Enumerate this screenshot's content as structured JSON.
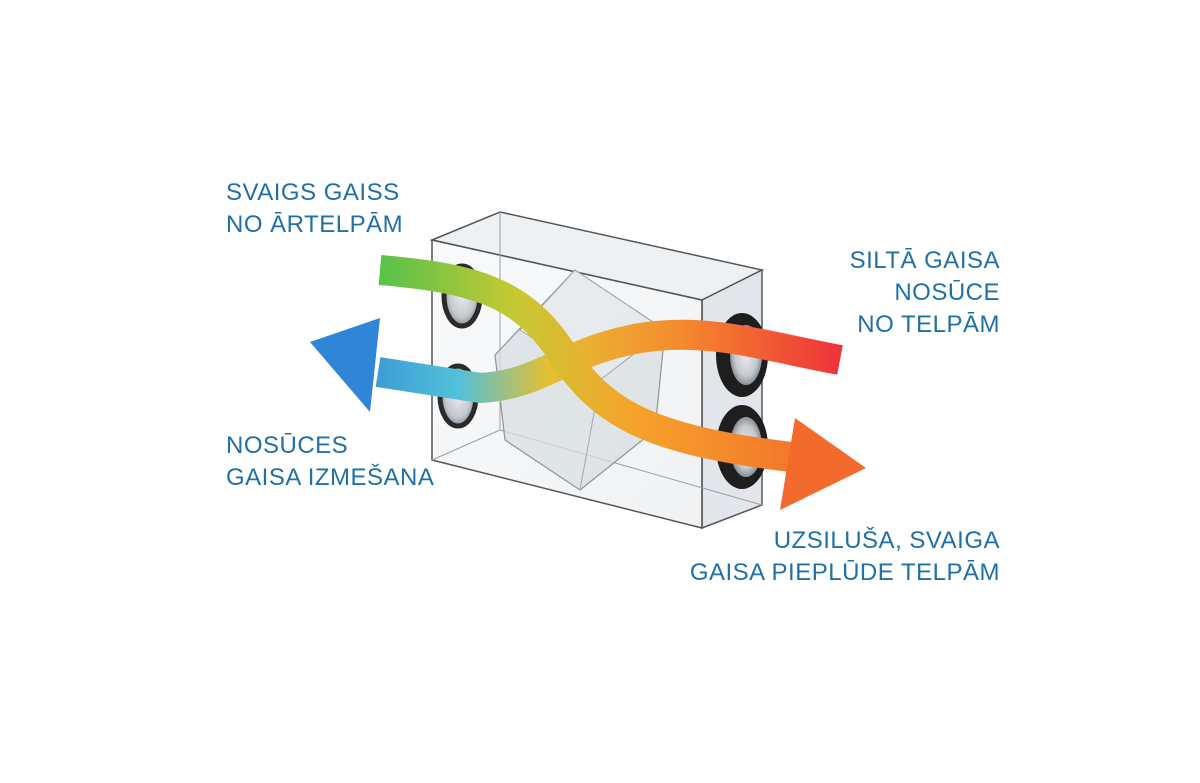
{
  "diagram": {
    "labels": {
      "fresh_air_intake": [
        "SVAIGS GAISS",
        "NO ĀRTELPĀM"
      ],
      "warm_air_extract": [
        "SILTĀ GAISA",
        "NOSŪCE",
        "NO TELPĀM"
      ],
      "exhaust_air_out": [
        "NOSŪCES",
        "GAISA IZMEŠANA"
      ],
      "supply_air_in": [
        "UZSILUŠA, SVAIGA",
        "GAISA PIEPLŪDE TELPĀM"
      ]
    },
    "colors": {
      "label_text": "#1f6fa8",
      "fresh_air_green": "#5cc24a",
      "extract_red": "#ee3a3a",
      "exhaust_blue": "#2f86d6",
      "supply_orange": "#f47a2c",
      "unit_outline": "#555555",
      "port_ring": "#2a2a2a"
    }
  }
}
